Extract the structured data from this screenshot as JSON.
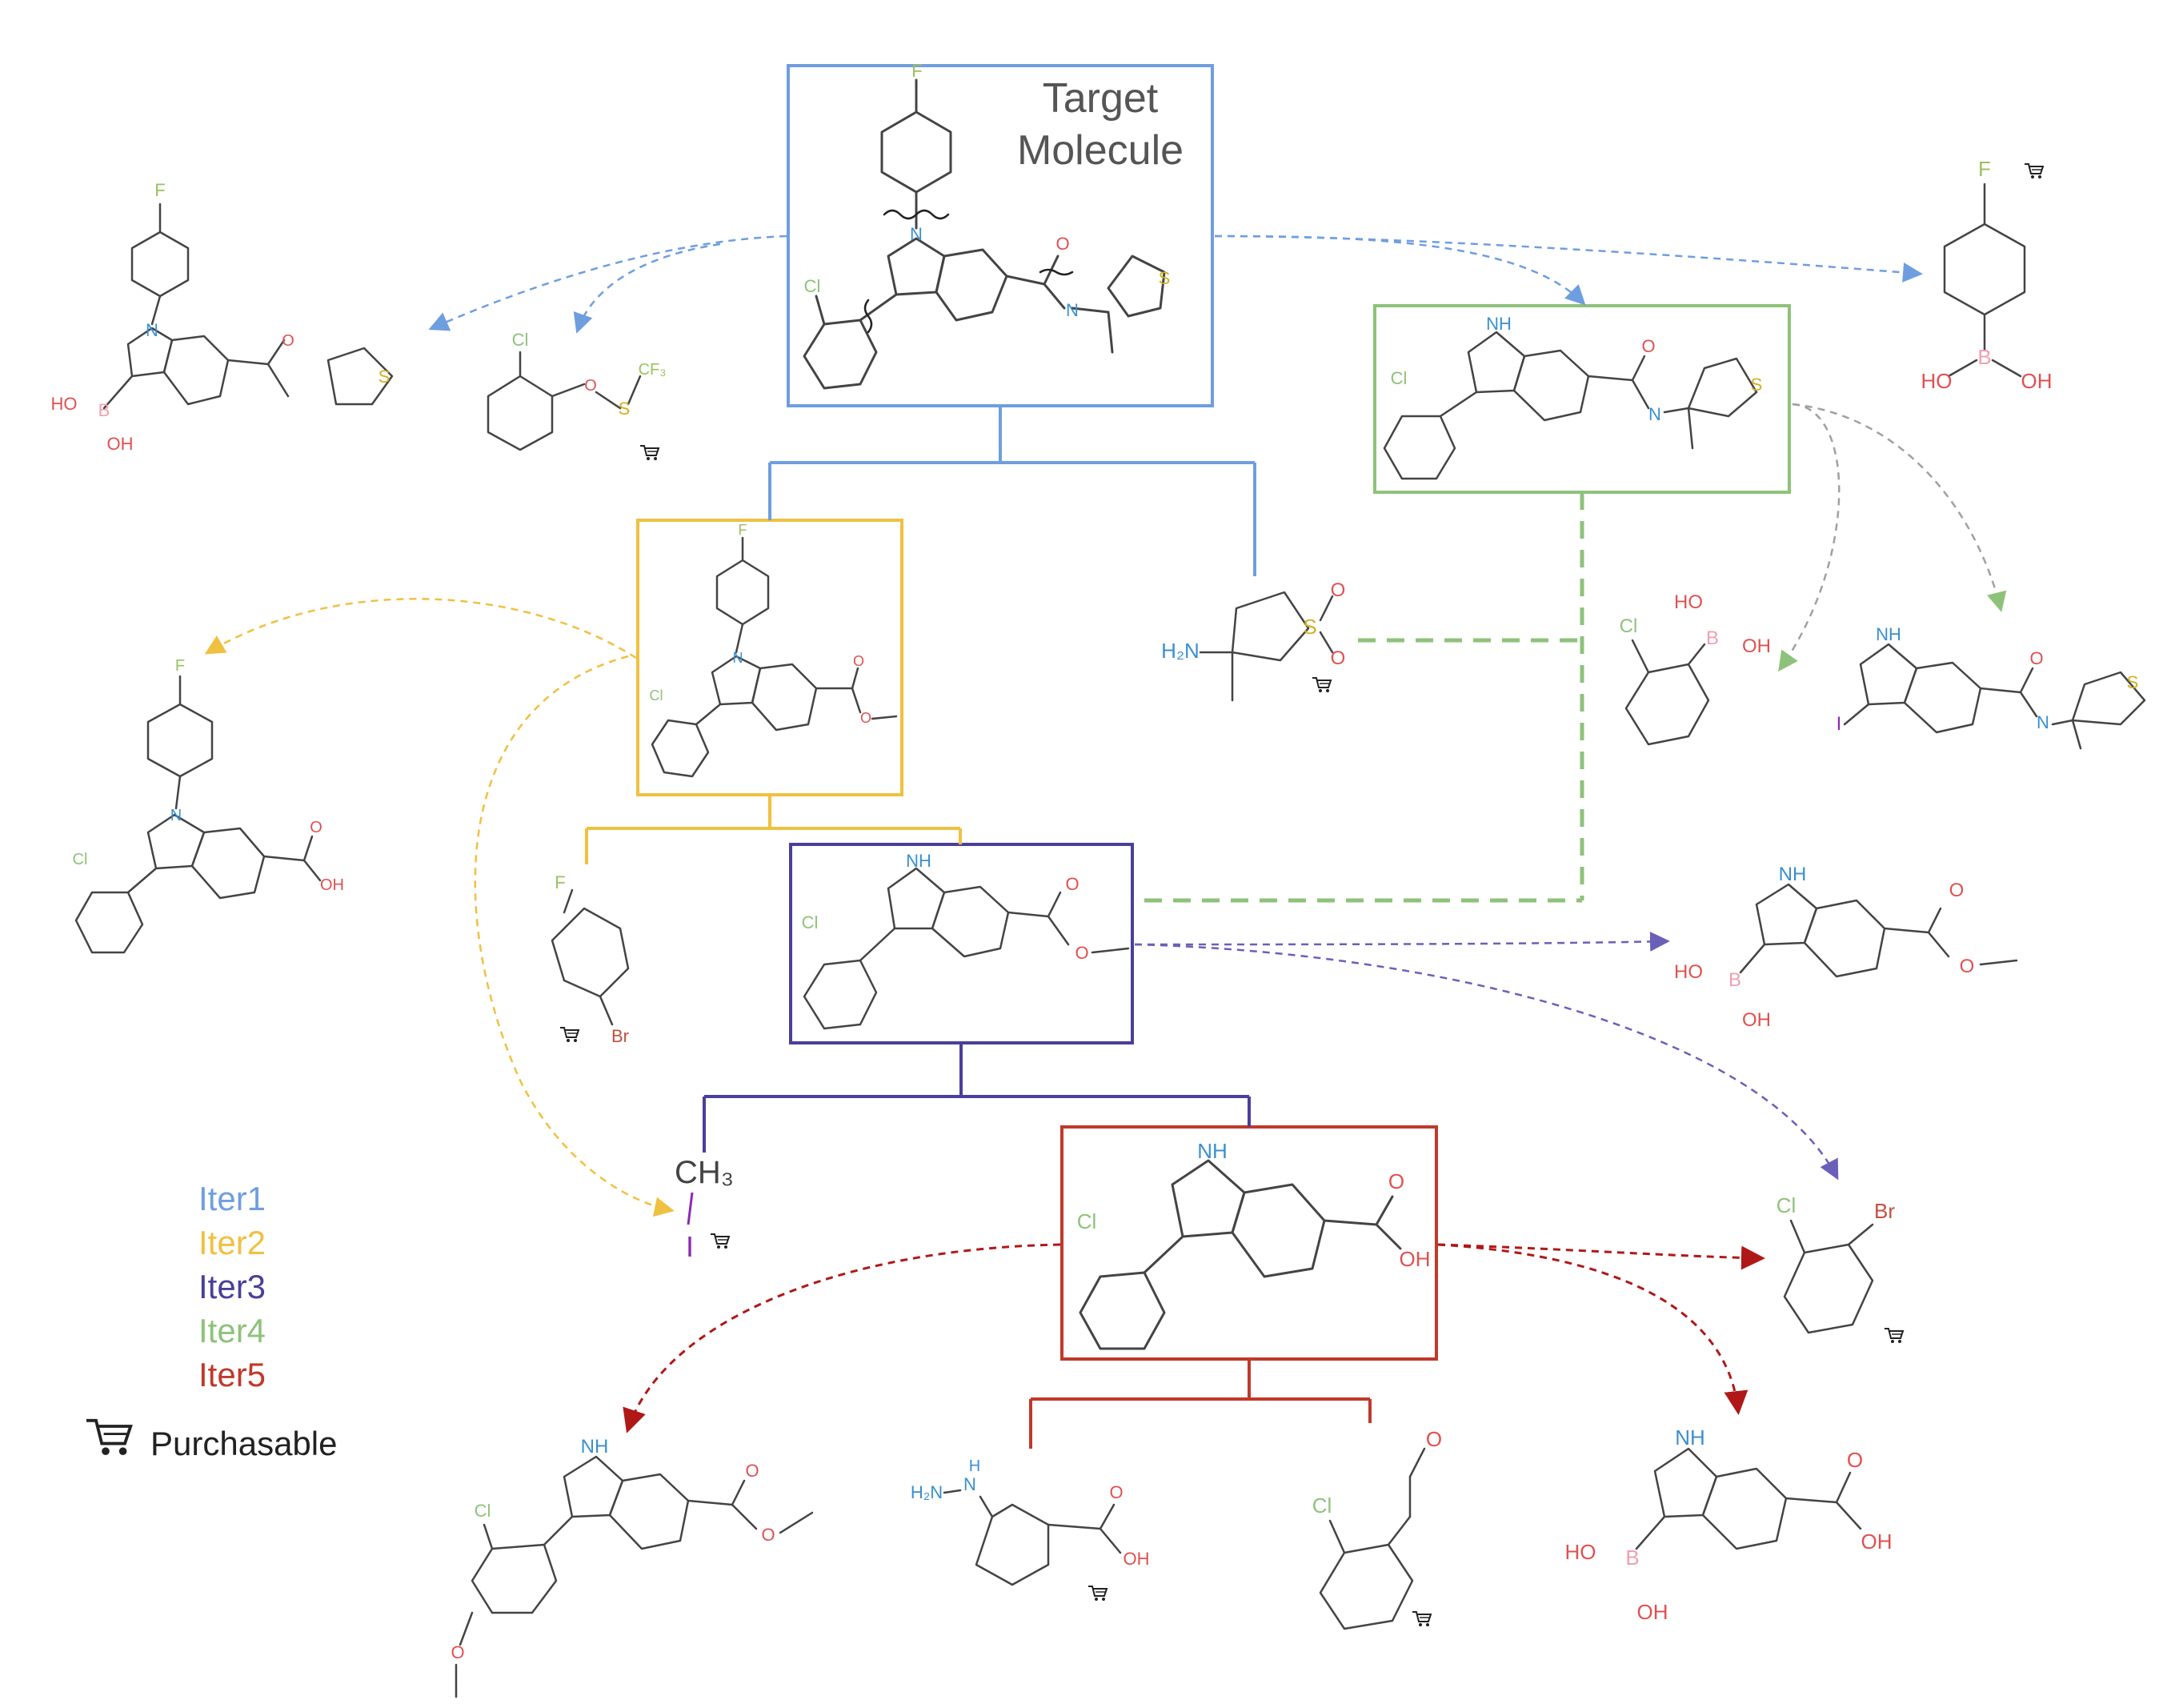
{
  "target": {
    "title_line1": "Target",
    "title_line2": "Molecule"
  },
  "legend": {
    "items": [
      {
        "label": "Iter1",
        "color": "#6f9ee0"
      },
      {
        "label": "Iter2",
        "color": "#f0c040"
      },
      {
        "label": "Iter3",
        "color": "#4a3f9a"
      },
      {
        "label": "Iter4",
        "color": "#8ec27a"
      },
      {
        "label": "Iter5",
        "color": "#c0392b"
      }
    ],
    "purchasable_label": "Purchasable"
  },
  "atoms": {
    "F": "F",
    "Cl": "Cl",
    "Br": "Br",
    "I": "I",
    "N": "N",
    "NH": "NH",
    "H": "H",
    "O": "O",
    "S": "S",
    "B": "B",
    "HO": "HO",
    "OH": "OH",
    "H2N": "H₂N",
    "CF3": "CF₃",
    "CH3": "CH₃"
  },
  "colors": {
    "iter1": "#6f9ee0",
    "iter2": "#f0c040",
    "iter3": "#4a3f9a",
    "iter4": "#8ec27a",
    "iter5": "#c0392b",
    "bond": "#444444",
    "nitrogen": "#3a8fd0",
    "oxygen": "#e05050",
    "fluorine": "#9ac060",
    "chlorine": "#8ec27a",
    "bromine": "#c05040",
    "sulfur": "#d4b020",
    "boron": "#f0a0b0",
    "iodine": "#8a2ab0"
  }
}
